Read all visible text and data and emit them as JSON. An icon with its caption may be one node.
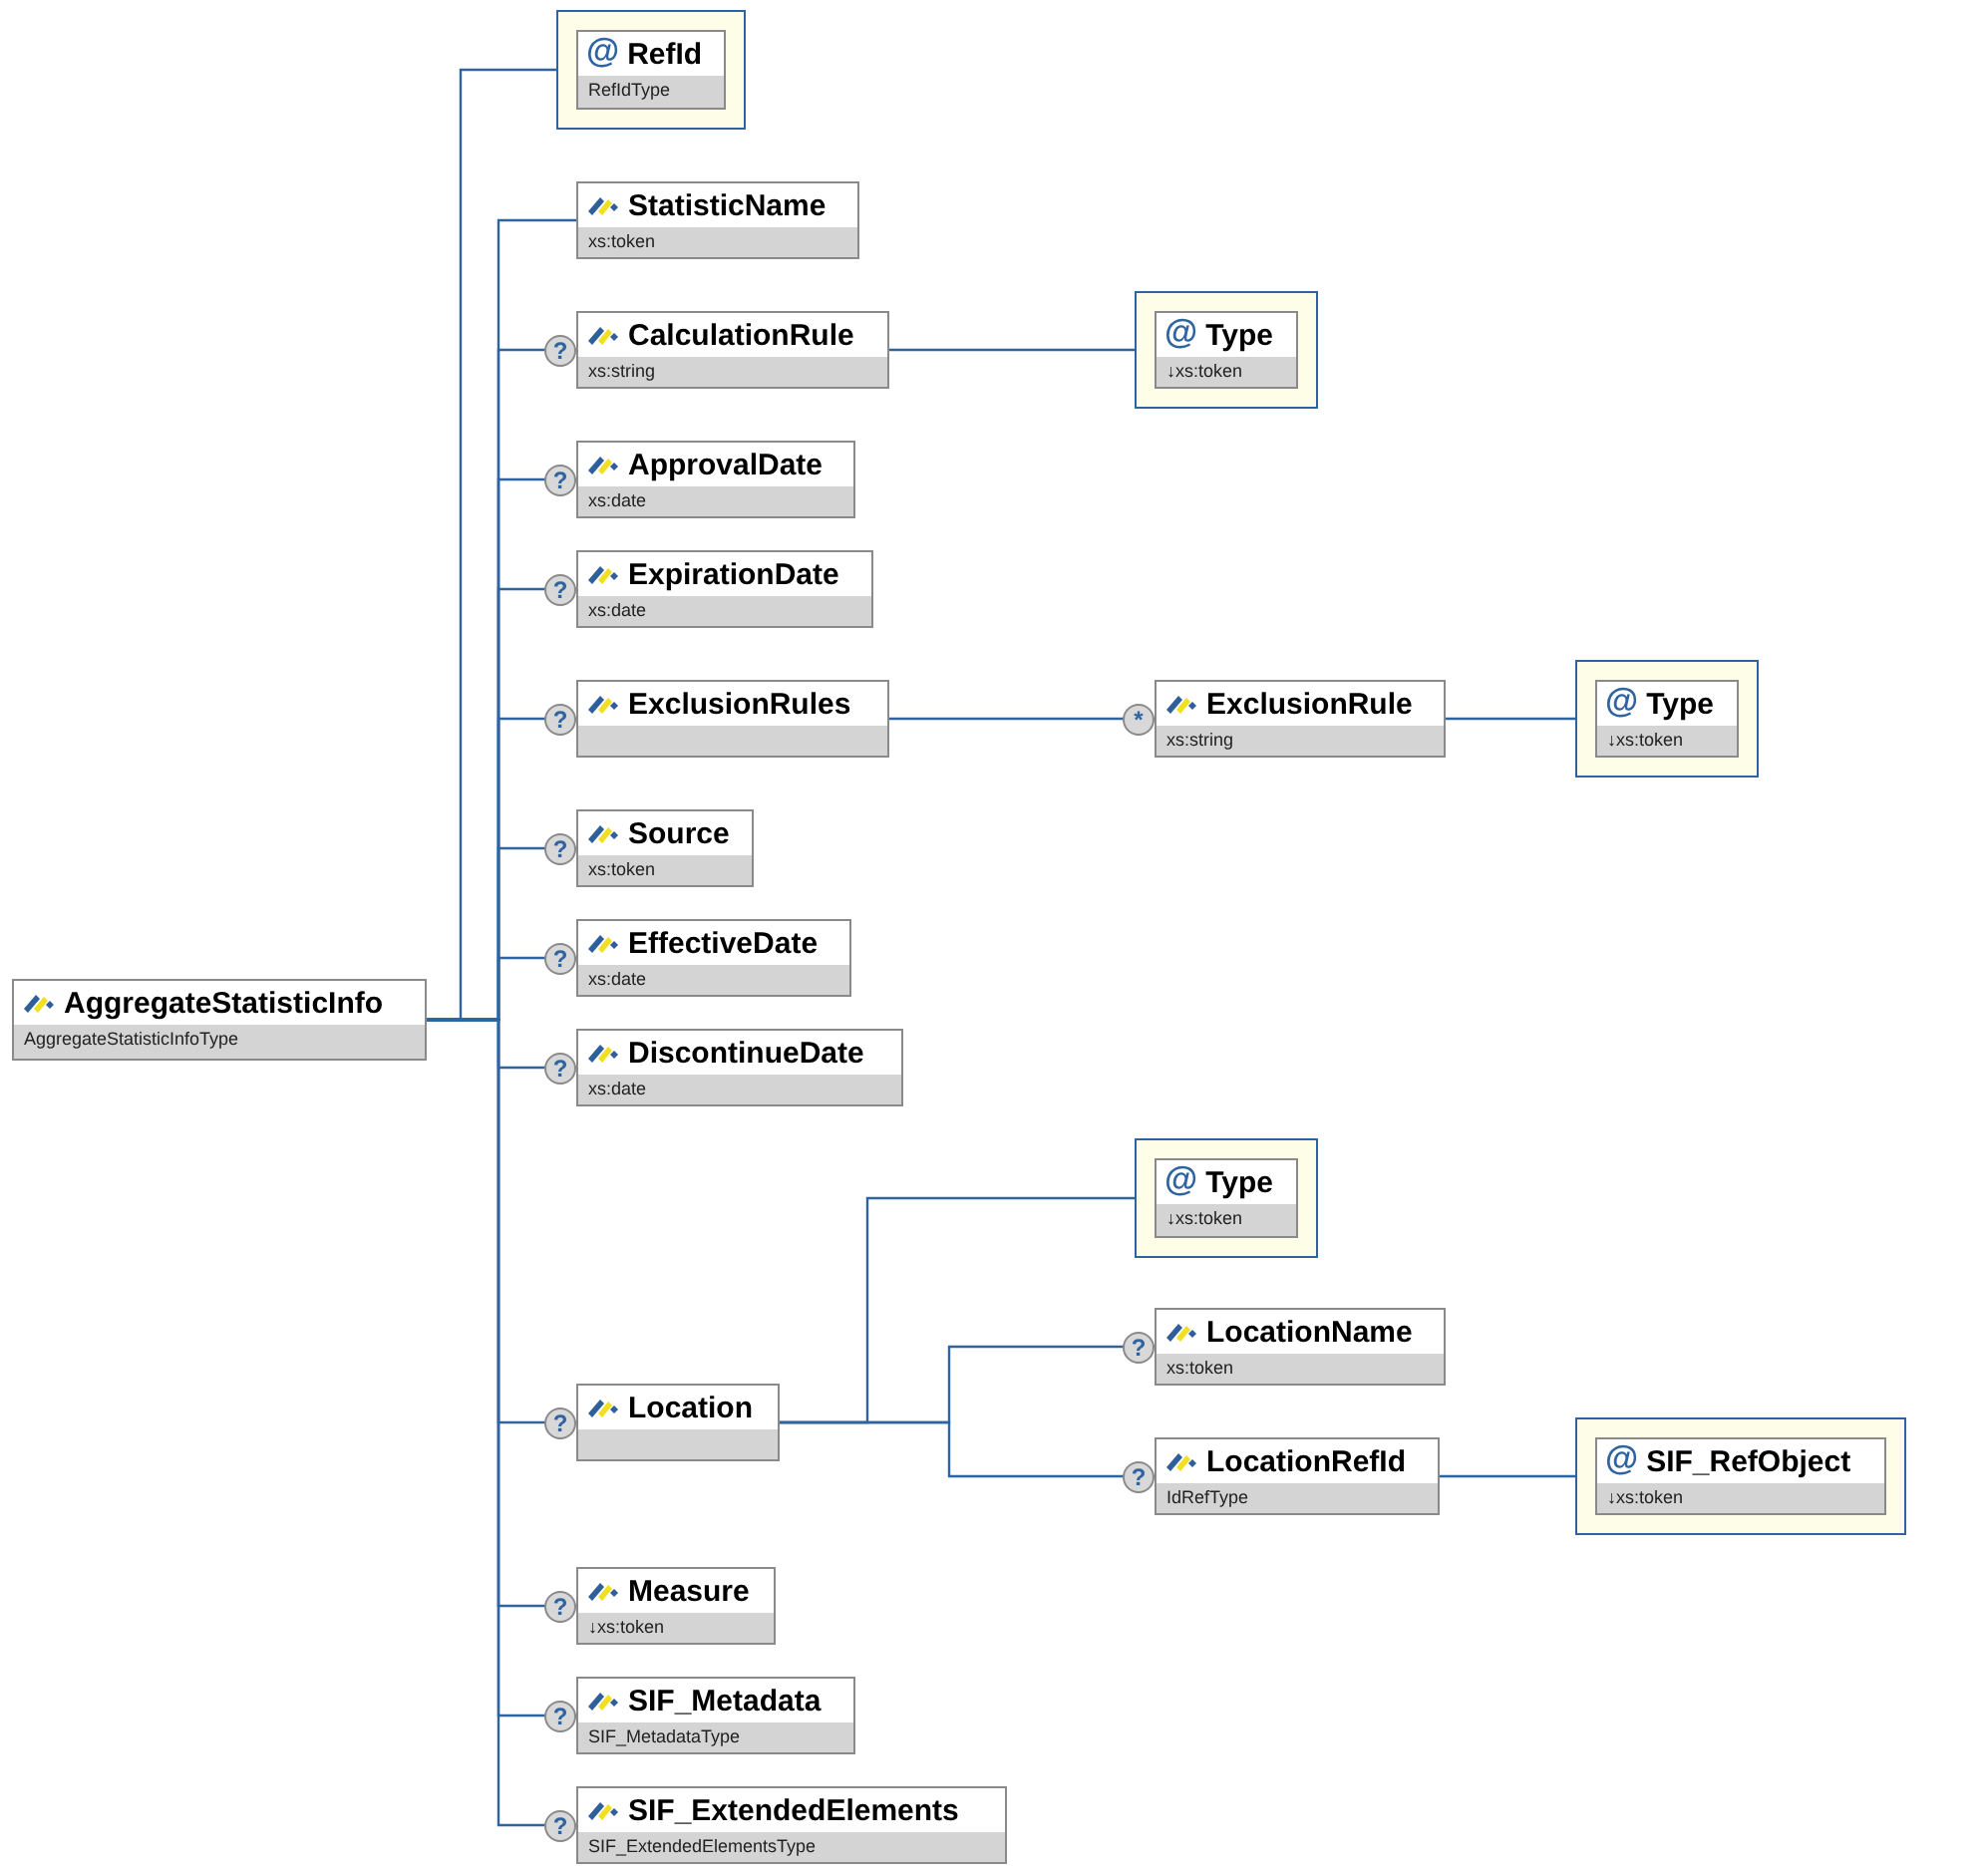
{
  "diagram": {
    "nodes": [
      {
        "text": [
          "AggregateStatisticInfo",
          "AggregateStatisticInfoType"
        ]
      },
      {
        "text": [
          "@",
          "RefId",
          "RefIdType"
        ]
      },
      {
        "text": [
          "StatisticName",
          "xs:token"
        ]
      },
      {
        "text": [
          "CalculationRule",
          "xs:string"
        ],
        "beside": [
          "?"
        ]
      },
      {
        "text": [
          "@",
          "Type",
          "↓xs:token"
        ]
      },
      {
        "text": [
          "ApprovalDate",
          "xs:date"
        ],
        "beside": [
          "?"
        ]
      },
      {
        "text": [
          "ExpirationDate",
          "xs:date"
        ],
        "beside": [
          "?"
        ]
      },
      {
        "text": [
          "ExclusionRules"
        ],
        "beside": [
          "?"
        ]
      },
      {
        "text": [
          "ExclusionRule",
          "xs:string"
        ],
        "beside": [
          "*"
        ]
      },
      {
        "text": [
          "@",
          "Type",
          "↓xs:token"
        ]
      },
      {
        "text": [
          "Source",
          "xs:token"
        ],
        "beside": [
          "?"
        ]
      },
      {
        "text": [
          "EffectiveDate",
          "xs:date"
        ],
        "beside": [
          "?"
        ]
      },
      {
        "text": [
          "DiscontinueDate",
          "xs:date"
        ],
        "beside": [
          "?"
        ]
      },
      {
        "text": [
          "@",
          "Type",
          "↓xs:token"
        ]
      },
      {
        "text": [
          "Location"
        ],
        "beside": [
          "?"
        ]
      },
      {
        "text": [
          "LocationName",
          "xs:token"
        ],
        "beside": [
          "?"
        ]
      },
      {
        "text": [
          "LocationRefId",
          "IdRefType"
        ],
        "beside": [
          "?"
        ]
      },
      {
        "text": [
          "@",
          "SIF_RefObject",
          "↓xs:token"
        ]
      },
      {
        "text": [
          "Measure",
          "↓xs:token"
        ],
        "beside": [
          "?"
        ]
      },
      {
        "text": [
          "SIF_Metadata",
          "SIF_MetadataType"
        ],
        "beside": [
          "?"
        ]
      },
      {
        "text": [
          "SIF_ExtendedElements",
          "SIF_ExtendedElementsType"
        ],
        "beside": [
          "?"
        ]
      }
    ],
    "edges": [
      {
        "from": 0,
        "to": 1,
        "arrow": "none"
      },
      {
        "from": 0,
        "to": 2,
        "arrow": "none"
      },
      {
        "from": 0,
        "to": 3,
        "arrow": "none"
      },
      {
        "from": 3,
        "to": 4,
        "arrow": "none"
      },
      {
        "from": 0,
        "to": 5,
        "arrow": "none"
      },
      {
        "from": 0,
        "to": 6,
        "arrow": "none"
      },
      {
        "from": 0,
        "to": 7,
        "arrow": "none"
      },
      {
        "from": 7,
        "to": 8,
        "arrow": "none"
      },
      {
        "from": 8,
        "to": 9,
        "arrow": "none"
      },
      {
        "from": 0,
        "to": 10,
        "arrow": "none"
      },
      {
        "from": 0,
        "to": 11,
        "arrow": "none"
      },
      {
        "from": 0,
        "to": 12,
        "arrow": "none"
      },
      {
        "from": 0,
        "to": 14,
        "arrow": "none"
      },
      {
        "from": 14,
        "to": 13,
        "arrow": "none"
      },
      {
        "from": 14,
        "to": 15,
        "arrow": "none"
      },
      {
        "from": 14,
        "to": 16,
        "arrow": "none"
      },
      {
        "from": 16,
        "to": 17,
        "arrow": "none"
      },
      {
        "from": 0,
        "to": 18,
        "arrow": "none"
      },
      {
        "from": 0,
        "to": 19,
        "arrow": "none"
      },
      {
        "from": 0,
        "to": 20,
        "arrow": "none"
      }
    ]
  }
}
